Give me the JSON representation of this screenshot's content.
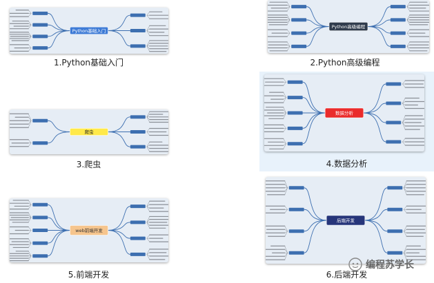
{
  "items": [
    {
      "caption": "1.Python基础入门",
      "center": "Python基础入门",
      "center_color": "#3e7bd6",
      "center_text_color": "#ffffff"
    },
    {
      "caption": "2.Python高级编程",
      "center": "Python高级编程",
      "center_color": "#2f3b4c",
      "center_text_color": "#ffffff"
    },
    {
      "caption": "3.爬虫",
      "center": "爬虫",
      "center_color": "#ffe94a",
      "center_text_color": "#222222"
    },
    {
      "caption": "4.数据分析",
      "center": "数据分析",
      "center_color": "#ea2b2b",
      "center_text_color": "#ffffff"
    },
    {
      "caption": "5.前端开发",
      "center": "web前端开发",
      "center_color": "#f6c58d",
      "center_text_color": "#333333"
    },
    {
      "caption": "6.后端开发",
      "center": "后端开发",
      "center_color": "#26357a",
      "center_text_color": "#ffffff"
    }
  ],
  "selected_index": 3,
  "watermark": {
    "text": "编程苏学长"
  },
  "colors": {
    "branch": "#3d6fb0",
    "leaf": "#8a8f96",
    "thumb_bg": "#e6edf5"
  }
}
